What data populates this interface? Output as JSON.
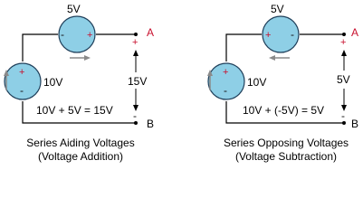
{
  "colors": {
    "source_fill": "#8ecfe6",
    "source_stroke": "#1f3f5a",
    "wire": "#000000",
    "terminal": "#c8102e",
    "arrow_grey": "#8a8a8a"
  },
  "left": {
    "top_source_label": "5V",
    "side_source_label": "10V",
    "node_a": "A",
    "node_b": "B",
    "plus": "+",
    "minus": "-",
    "total_label": "15V",
    "equation": "10V + 5V = 15V",
    "caption_line1": "Series Aiding Voltages",
    "caption_line2": "(Voltage Addition)"
  },
  "right": {
    "top_source_label": "5V",
    "side_source_label": "10V",
    "node_a": "A",
    "node_b": "B",
    "plus": "+",
    "minus": "-",
    "total_label": "5V",
    "equation": "10V + (-5V) = 5V",
    "caption_line1": "Series Opposing Voltages",
    "caption_line2": "(Voltage Subtraction)"
  }
}
